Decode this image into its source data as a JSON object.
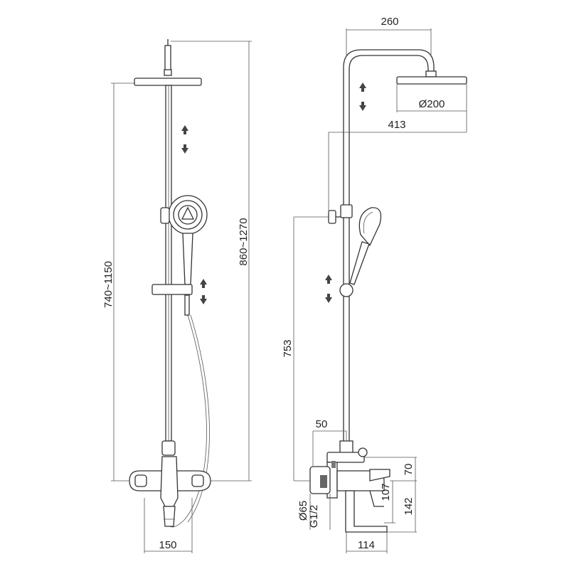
{
  "diagram": {
    "front_view": {
      "dim_left_height": "740~1150",
      "dim_right_height": "860~1270",
      "dim_base_width": "150"
    },
    "side_view": {
      "dim_top_width": "260",
      "dim_head_diameter": "Ø200",
      "dim_reach": "413",
      "dim_height": "753",
      "dim_offset": "50",
      "dim_70": "70",
      "dim_107": "107",
      "dim_142": "142",
      "dim_114": "114",
      "dim_pipe_diameter": "Ø65",
      "dim_thread": "G1/2"
    },
    "icons": [
      "up-down-arrow-icon",
      "up-down-arrow-icon",
      "up-down-arrow-icon",
      "up-down-arrow-icon",
      "up-down-arrow-icon"
    ]
  }
}
